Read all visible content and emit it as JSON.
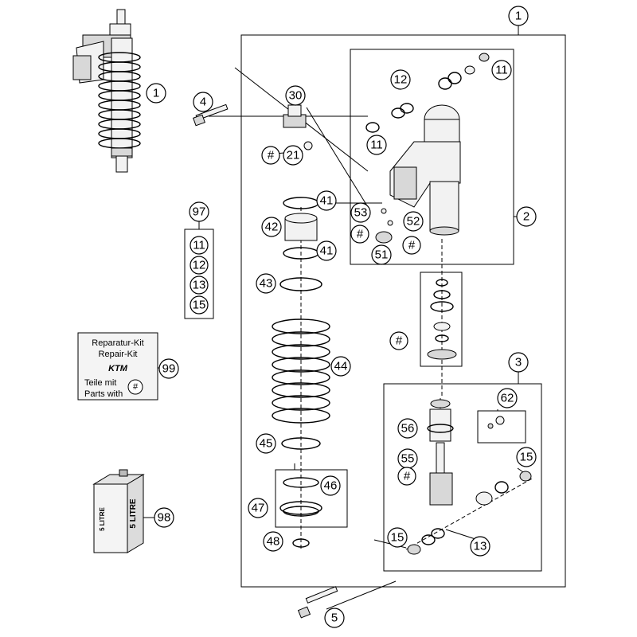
{
  "diagram": {
    "callouts": {
      "c1_top": "1",
      "c1_left": "1",
      "c2": "2",
      "c3": "3",
      "c4": "4",
      "c5": "5",
      "c11a": "11",
      "c11b": "11",
      "c12": "12",
      "c13": "13",
      "c15a": "15",
      "c15b": "15",
      "c21": "21",
      "c30": "30",
      "c41a": "41",
      "c41b": "41",
      "c42": "42",
      "c43": "43",
      "c44": "44",
      "c45": "45",
      "c46": "46",
      "c47": "47",
      "c48": "48",
      "c51": "51",
      "c52": "52",
      "c53": "53",
      "c55": "55",
      "c56": "56",
      "c62": "62",
      "c97": "97",
      "c98": "98",
      "c99": "99",
      "hash_21": "#",
      "hash_53": "#",
      "hash_52": "#",
      "hash_mid": "#",
      "hash_55": "#",
      "kit_11": "11",
      "kit_12": "12",
      "kit_13": "13",
      "kit_15": "15"
    },
    "repair_kit": {
      "line1": "Reparatur-Kit",
      "line2": "Repair-Kit",
      "logo": "KTM",
      "line3": "Teile mit",
      "line4": "Parts with",
      "hash": "#"
    },
    "oil_can": {
      "label_front": "5 LITRE",
      "label_side": "5 LITRE"
    }
  }
}
